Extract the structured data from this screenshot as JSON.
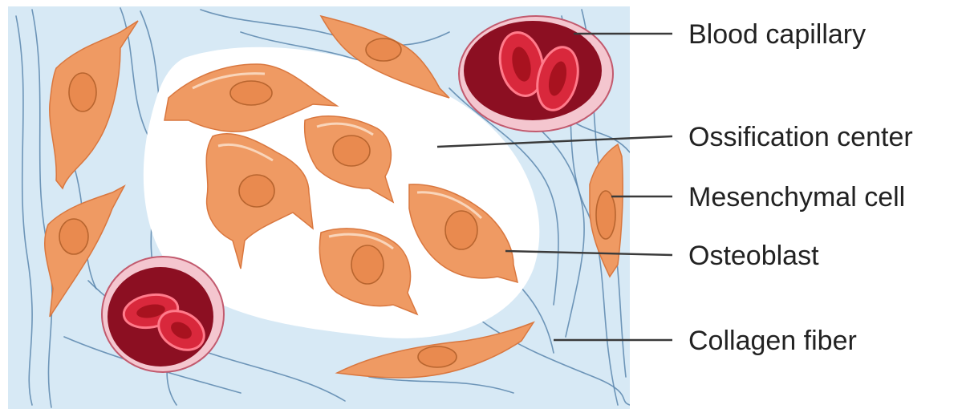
{
  "labels": {
    "blood_capillary": "Blood capillary",
    "ossification_center": "Ossification center",
    "mesenchymal_cell": "Mesenchymal cell",
    "osteoblast": "Osteoblast",
    "collagen_fiber": "Collagen fiber"
  },
  "colors": {
    "tissue_background": "#d7e9f5",
    "ossification_center": "#ffffff",
    "collagen_fiber": "#5b86ad",
    "cell_fill": "#ef9a63",
    "blood_vessel_wall": "#f4c6cf",
    "blood_lumen": "#8c0f22",
    "red_blood_cell": "#d9283c"
  }
}
